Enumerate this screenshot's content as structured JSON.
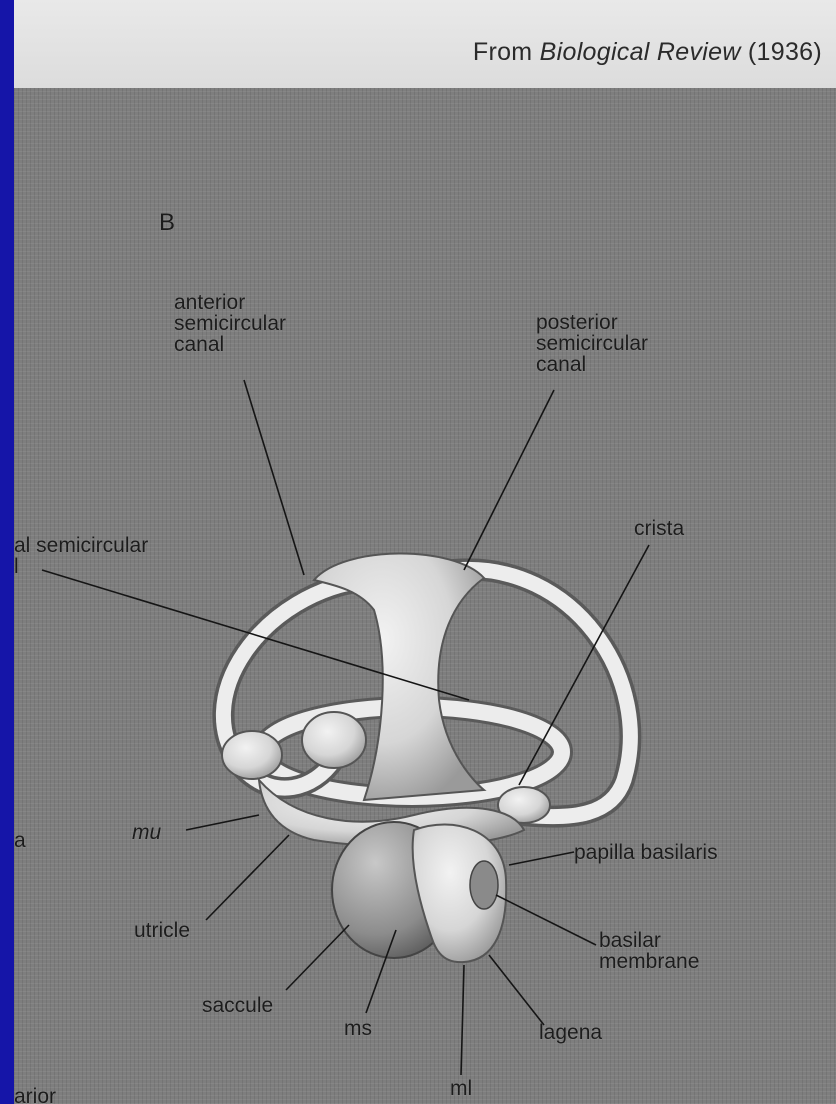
{
  "caption": {
    "prefix": "From ",
    "journal": "Biological Review",
    "suffix": " (1936)"
  },
  "figure": {
    "panel_letter": "B",
    "labels": {
      "anterior_canal": "anterior\nsemicircular\ncanal",
      "posterior_canal": "posterior\nsemicircular\ncanal",
      "lateral_canal": "al semicircular\nl",
      "crista": "crista",
      "mu": "mu",
      "utricle": "utricle",
      "saccule": "saccule",
      "ms": "ms",
      "papilla_basilaris": "papilla basilaris",
      "basilar_membrane": "basilar\nmembrane",
      "lagena": "lagena",
      "ml": "ml",
      "left_cut_a": "a",
      "bottom_cut": "arior"
    }
  },
  "colors": {
    "slide_background": "#1515a8",
    "scan_background": "#7e7e7e",
    "caption_strip": "#e4e4e4"
  }
}
